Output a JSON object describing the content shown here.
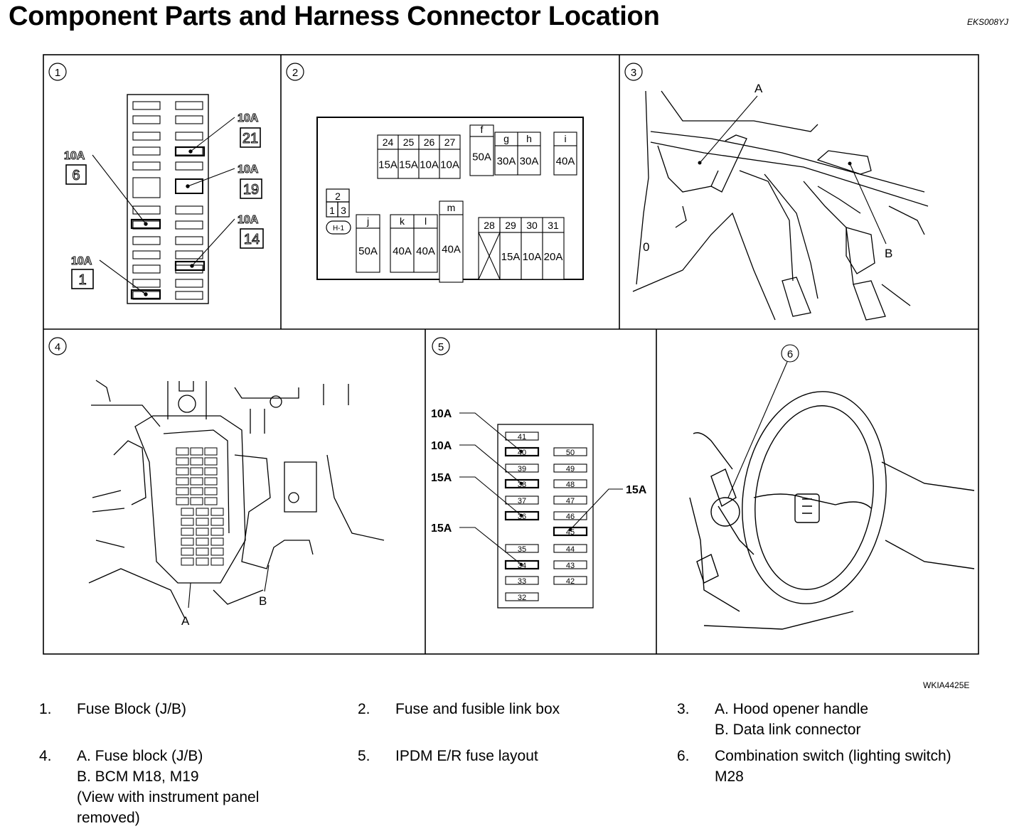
{
  "header": {
    "title": "Component Parts and Harness Connector Location",
    "code_top": "EKS008YJ",
    "code_bottom": "WKIA4425E"
  },
  "panels": [
    {
      "number": "1",
      "callouts": [
        {
          "rating": "10A",
          "fuse": "21"
        },
        {
          "rating": "10A",
          "fuse": "6"
        },
        {
          "rating": "10A",
          "fuse": "19"
        },
        {
          "rating": "10A",
          "fuse": "14"
        },
        {
          "rating": "10A",
          "fuse": "1"
        }
      ]
    },
    {
      "number": "2",
      "groups": [
        {
          "labels": [
            "24",
            "25",
            "26",
            "27"
          ],
          "values": [
            "15A",
            "15A",
            "10A",
            "10A"
          ]
        },
        {
          "labels": [
            "f"
          ],
          "values": [
            "50A"
          ]
        },
        {
          "labels": [
            "g",
            "h"
          ],
          "values": [
            "30A",
            "30A"
          ]
        },
        {
          "labels": [
            "i"
          ],
          "values": [
            "40A"
          ]
        },
        {
          "labels": [
            "j"
          ],
          "values": [
            "50A"
          ]
        },
        {
          "labels": [
            "k",
            "l"
          ],
          "values": [
            "40A",
            "40A"
          ]
        },
        {
          "labels": [
            "m"
          ],
          "values": [
            "40A"
          ]
        },
        {
          "labels": [
            "28",
            "29",
            "30",
            "31"
          ],
          "values": [
            "",
            "15A",
            "10A",
            "20A"
          ]
        }
      ],
      "relay_labels": [
        "2",
        "1",
        "3"
      ],
      "connector_tag": "H-1"
    },
    {
      "number": "3",
      "labels": [
        "A",
        "B",
        "0"
      ]
    },
    {
      "number": "4",
      "labels": [
        "A",
        "B"
      ]
    },
    {
      "number": "5",
      "left_column": [
        "41",
        "40",
        "39",
        "38",
        "37",
        "36",
        "35",
        "34",
        "33",
        "32"
      ],
      "right_column": [
        "50",
        "49",
        "48",
        "47",
        "46",
        "45",
        "44",
        "43",
        "42"
      ],
      "callouts": [
        {
          "rating": "10A",
          "fuse": "40"
        },
        {
          "rating": "10A",
          "fuse": "38"
        },
        {
          "rating": "15A",
          "fuse": "36"
        },
        {
          "rating": "15A",
          "fuse": "34"
        },
        {
          "rating": "15A",
          "fuse": "45"
        }
      ]
    },
    {
      "number": "6",
      "callout": "6"
    }
  ],
  "legend": [
    {
      "num": "1.",
      "lines": [
        "Fuse Block (J/B)"
      ]
    },
    {
      "num": "2.",
      "lines": [
        "Fuse and fusible link box"
      ]
    },
    {
      "num": "3.",
      "lines": [
        "A. Hood opener handle",
        "B. Data link connector"
      ]
    },
    {
      "num": "4.",
      "lines": [
        "A. Fuse block (J/B)",
        "B. BCM M18, M19",
        "(View with instrument panel",
        "removed)"
      ]
    },
    {
      "num": "5.",
      "lines": [
        "IPDM E/R fuse layout"
      ]
    },
    {
      "num": "6.",
      "lines": [
        "Combination switch (lighting switch)",
        "M28"
      ]
    }
  ]
}
